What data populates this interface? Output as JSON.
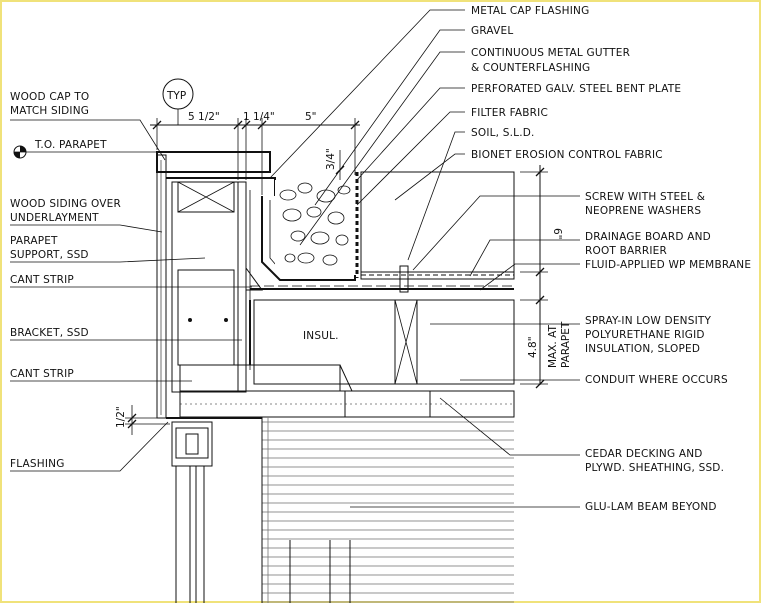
{
  "labels": {
    "metal_cap_flashing": "METAL CAP FLASHING",
    "gravel": "GRAVEL",
    "gutter_1": "CONTINUOUS METAL GUTTER",
    "gutter_2": "& COUNTERFLASHING",
    "bent_plate": "PERFORATED GALV. STEEL BENT PLATE",
    "filter_fabric": "FILTER FABRIC",
    "soil": "SOIL, S.L.D.",
    "bionet": "BIONET EROSION CONTROL FABRIC",
    "screw_1": "SCREW WITH STEEL &",
    "screw_2": "NEOPRENE WASHERS",
    "drainage_1": "DRAINAGE BOARD AND",
    "drainage_2": "ROOT BARRIER",
    "membrane": "FLUID-APPLIED WP MEMBRANE",
    "spray_1": "SPRAY-IN LOW DENSITY",
    "spray_2": "POLYURETHANE RIGID",
    "spray_3": "INSULATION, SLOPED",
    "conduit": "CONDUIT WHERE OCCURS",
    "cedar_1": "CEDAR DECKING AND",
    "cedar_2": "PLYWD. SHEATHING, SSD.",
    "glulam": "GLU-LAM BEAM BEYOND",
    "wood_cap_1": "WOOD CAP TO",
    "wood_cap_2": "MATCH SIDING",
    "to_parapet": "T.O. PARAPET",
    "siding_1": "WOOD SIDING OVER",
    "siding_2": "UNDERLAYMENT",
    "parapet_1": "PARAPET",
    "parapet_2": "SUPPORT, SSD",
    "cant_strip_top": "CANT STRIP",
    "bracket": "BRACKET, SSD",
    "cant_strip_bottom": "CANT STRIP",
    "flashing": "FLASHING",
    "insul": "INSUL."
  },
  "dimensions": {
    "typ": "TYP",
    "d_5_5": "5 1/2\"",
    "d_1_25": "1 1/4\"",
    "d_5": "5\"",
    "d_3_4": "3/4\"",
    "d_6": "6\"",
    "d_4_8": "4.8\"",
    "max_1": "MAX. AT",
    "max_2": "PARAPET",
    "d_half": "1/2\""
  },
  "colors": {
    "line": "#111111",
    "frame": "#f0e27a",
    "background": "#ffffff"
  }
}
